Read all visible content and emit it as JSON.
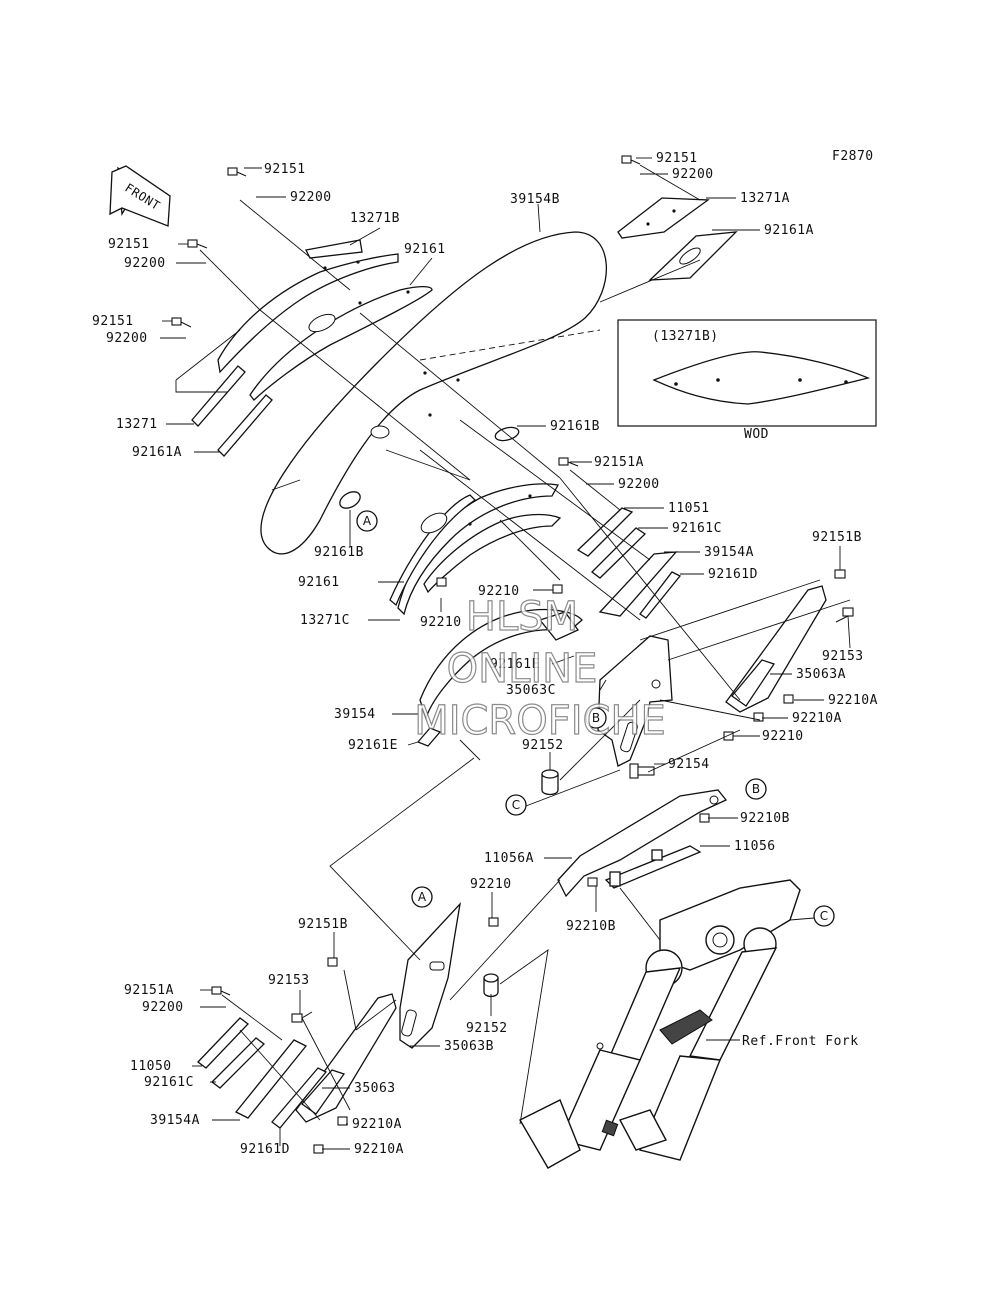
{
  "figure_code": "F2870",
  "front_arrow_label": "FRONT",
  "inset": {
    "title": "(13271B)",
    "caption": "WOD"
  },
  "watermark": [
    "HLSM",
    "ONLINE",
    "MICROFICHE"
  ],
  "ref_note": "Ref.Front Fork",
  "circle_refs": {
    "a": "A",
    "b": "B",
    "c": "C"
  },
  "labels": {
    "l01": "92151",
    "l02": "92200",
    "l03": "13271B",
    "l04": "92161",
    "l05": "39154B",
    "l06": "92151",
    "l07": "92200",
    "l08": "92151",
    "l09": "92200",
    "l10": "13271",
    "l11": "92161A",
    "l12": "92151",
    "l13": "92200",
    "l14": "13271A",
    "l15": "92161A",
    "l16": "92161B",
    "l17": "92161B",
    "l18": "92151A",
    "l19": "92200",
    "l20": "11051",
    "l21": "92161C",
    "l22": "39154A",
    "l23": "92161D",
    "l24": "92151B",
    "l25": "92161",
    "l26": "92210",
    "l27": "13271C",
    "l28": "92210",
    "l29": "92153",
    "l30": "92161E",
    "l31": "35063A",
    "l32": "35063C",
    "l33": "92210A",
    "l34": "39154",
    "l35": "92210A",
    "l36": "92161E",
    "l37": "92210",
    "l38": "92152",
    "l39": "92154",
    "l40": "92210B",
    "l41": "11056",
    "l42": "11056A",
    "l43": "92210",
    "l44": "92151B",
    "l45": "92210B",
    "l46": "92153",
    "l47": "92151A",
    "l48": "92200",
    "l49": "92152",
    "l50": "11050",
    "l51": "35063B",
    "l52": "92161C",
    "l53": "35063",
    "l54": "39154A",
    "l55": "92210A",
    "l56": "92161D",
    "l57": "92210A"
  }
}
